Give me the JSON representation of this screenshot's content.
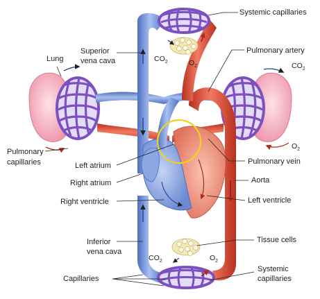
{
  "labels": {
    "systemic_capillaries_top": "Systemic capillaries",
    "superior_vena_cava_1": "Superior",
    "superior_vena_cava_2": "vena cava",
    "pulmonary_artery": "Pulmonary artery",
    "lung": "Lung",
    "pulmonary_capillaries_1": "Pulmonary",
    "pulmonary_capillaries_2": "capillaries",
    "left_atrium": "Left atrium",
    "right_atrium": "Right atrium",
    "right_ventricle": "Right ventricle",
    "pulmonary_vein": "Pulmonary vein",
    "aorta": "Aorta",
    "left_ventricle": "Left ventricle",
    "inferior_vena_cava_1": "Inferior",
    "inferior_vena_cava_2": "vena cava",
    "tissue_cells": "Tissue cells",
    "capillaries": "Capillaries",
    "systemic_capillaries_bottom_1": "Systemic",
    "systemic_capillaries_bottom_2": "capillaries"
  },
  "gases": {
    "co2": "CO",
    "o2": "O",
    "sub2": "2"
  },
  "colors": {
    "oxygenated": "#e0503a",
    "deoxygenated": "#6f8fd6",
    "capillary": "#8a5bc4",
    "lung": "#f3a8b8",
    "highlight_ring": "#f2d21a",
    "tissue": "#f2e6b3"
  }
}
